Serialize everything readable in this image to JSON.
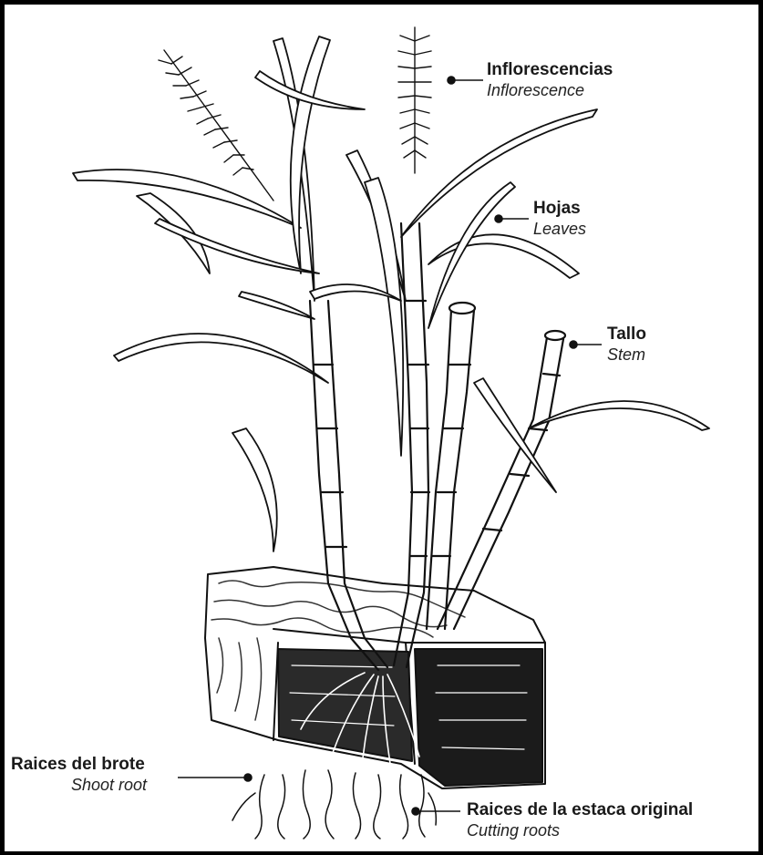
{
  "labels": {
    "inflorescence": {
      "es": "Inflorescencias",
      "en": "Inflorescence"
    },
    "leaves": {
      "es": "Hojas",
      "en": "Leaves"
    },
    "stem": {
      "es": "Tallo",
      "en": "Stem"
    },
    "shoot_root": {
      "es": "Raices del brote",
      "en": "Shoot root"
    },
    "cutting_roots": {
      "es": "Raices de la estaca original",
      "en": "Cutting roots"
    }
  }
}
